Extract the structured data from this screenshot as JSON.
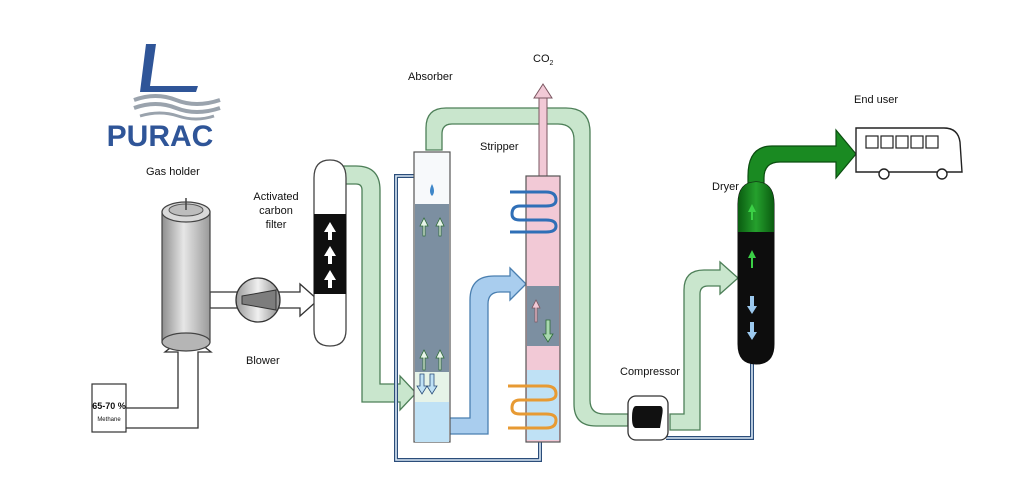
{
  "logo": {
    "text": "PURAC",
    "color": "#2f5598"
  },
  "labels": {
    "gas_holder": "Gas holder",
    "methane_line1": "65-70 %",
    "methane_line2": "Methane",
    "blower": "Blower",
    "carbon_filter_line1": "Activated",
    "carbon_filter_line2": "carbon",
    "carbon_filter_line3": "filter",
    "absorber": "Absorber",
    "co2": "CO",
    "co2_sub": "2",
    "stripper": "Stripper",
    "compressor": "Compressor",
    "dryer": "Dryer",
    "end_user": "End user"
  },
  "colors": {
    "gas_pipe": "#c9e6cd",
    "pipe_outline": "#4d7f58",
    "liquid_pipe": "#a9cdee",
    "product_gas": "#1a8a22",
    "stripper_fill": "#f2c9d6",
    "absorber_fill": "#7c8fa1",
    "water_fill": "#bfe1f5",
    "cooling_coil": "#2f6fb7",
    "heating_coil": "#e79a33",
    "dryer_body": "#0d0d0d"
  }
}
